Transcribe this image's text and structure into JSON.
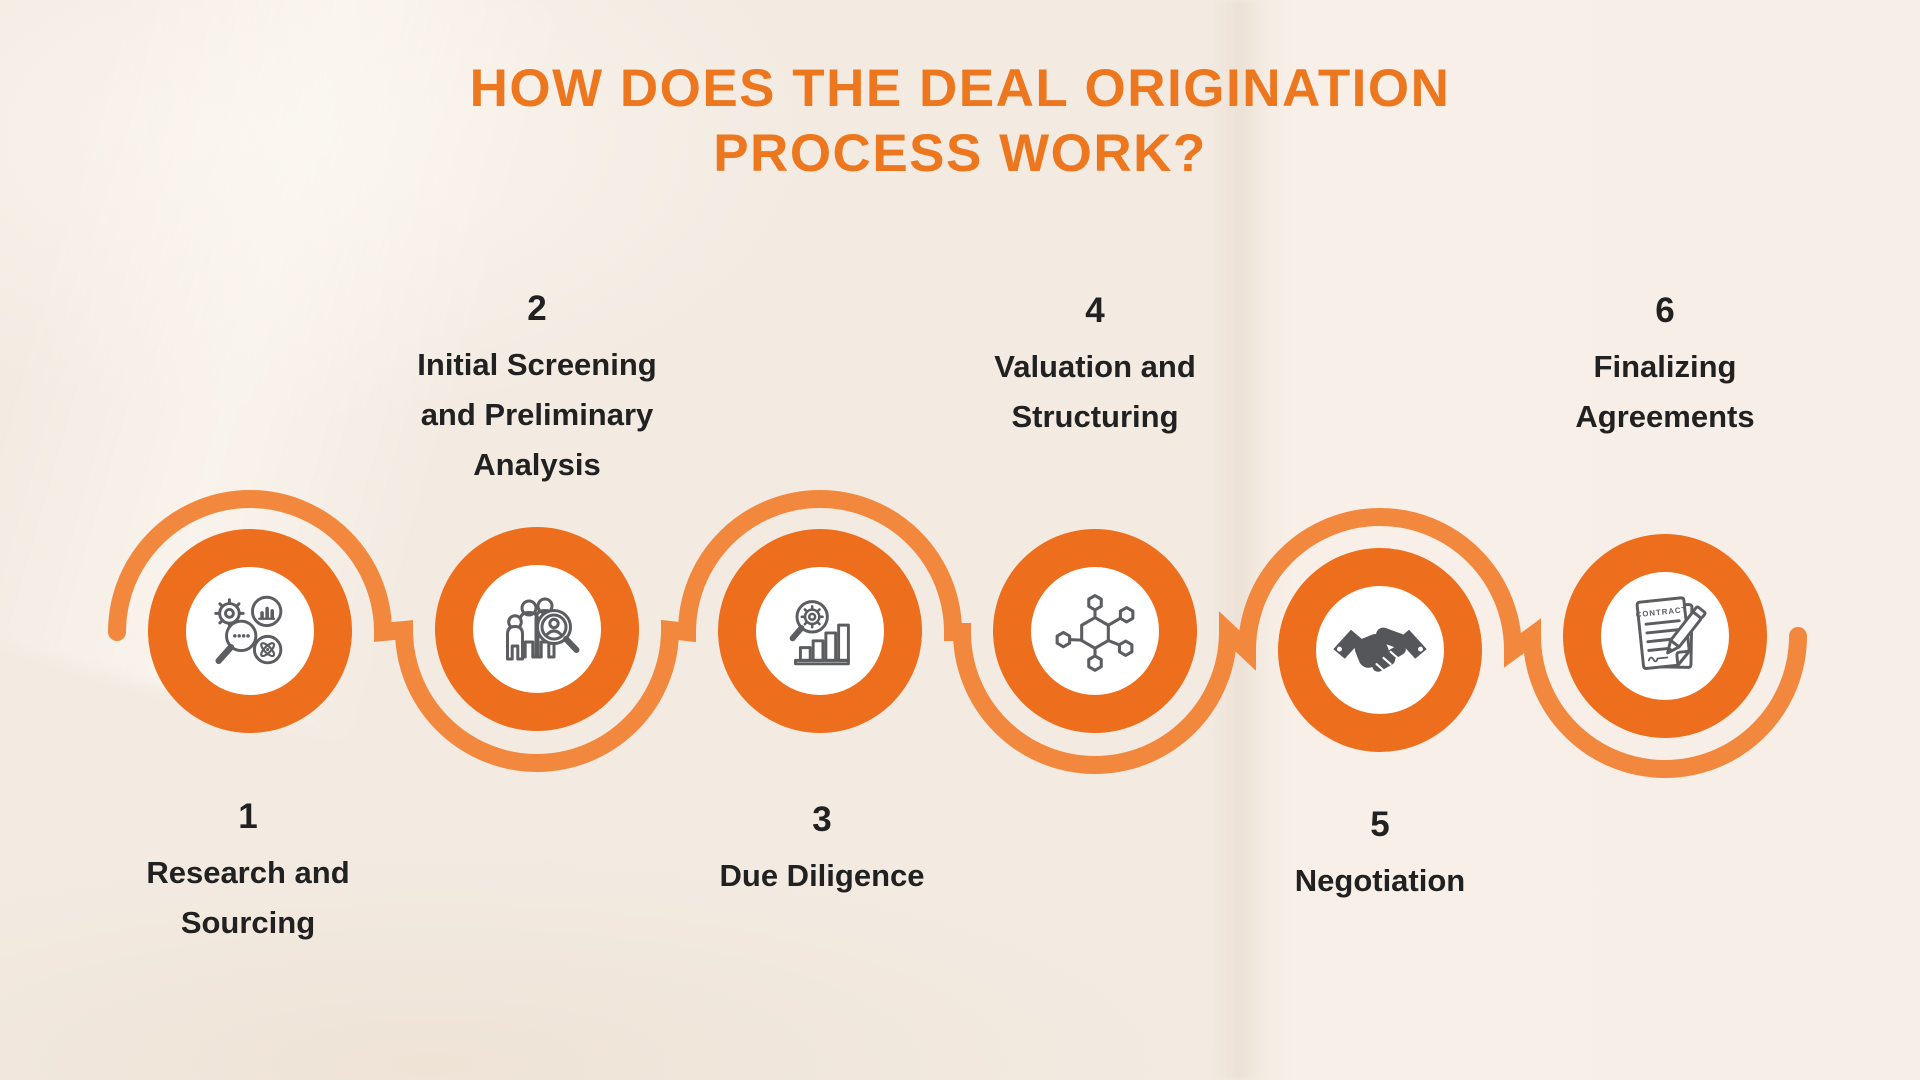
{
  "title": {
    "line1": "HOW DOES THE DEAL ORIGINATION",
    "line2": "PROCESS WORK?"
  },
  "steps": [
    {
      "number": "1",
      "lines": [
        "Research and",
        "Sourcing"
      ],
      "icon": "research-and-sourcing",
      "label_position": "below"
    },
    {
      "number": "2",
      "lines": [
        "Initial Screening",
        "and Preliminary",
        "Analysis"
      ],
      "icon": "initial-screening-analysis",
      "label_position": "above"
    },
    {
      "number": "3",
      "lines": [
        "Due Diligence"
      ],
      "icon": "due-diligence",
      "label_position": "below"
    },
    {
      "number": "4",
      "lines": [
        "Valuation and",
        "Structuring"
      ],
      "icon": "valuation-structuring",
      "label_position": "above"
    },
    {
      "number": "5",
      "lines": [
        "Negotiation"
      ],
      "icon": "negotiation-handshake",
      "label_position": "below"
    },
    {
      "number": "6",
      "lines": [
        "Finalizing",
        "Agreements"
      ],
      "icon": "finalizing-agreements-contract",
      "label_position": "above"
    }
  ],
  "icons": {
    "contract_label": "CONTRACT"
  },
  "colors": {
    "title_orange": "#ED771F",
    "circle_orange": "#ED6E1C",
    "wave_orange": "#F2883E",
    "text_dark": "#212121",
    "icon_line_gray": "#5C5D60",
    "icon_solid_gray": "#54565A",
    "background_cream": "#F3EBE2"
  }
}
